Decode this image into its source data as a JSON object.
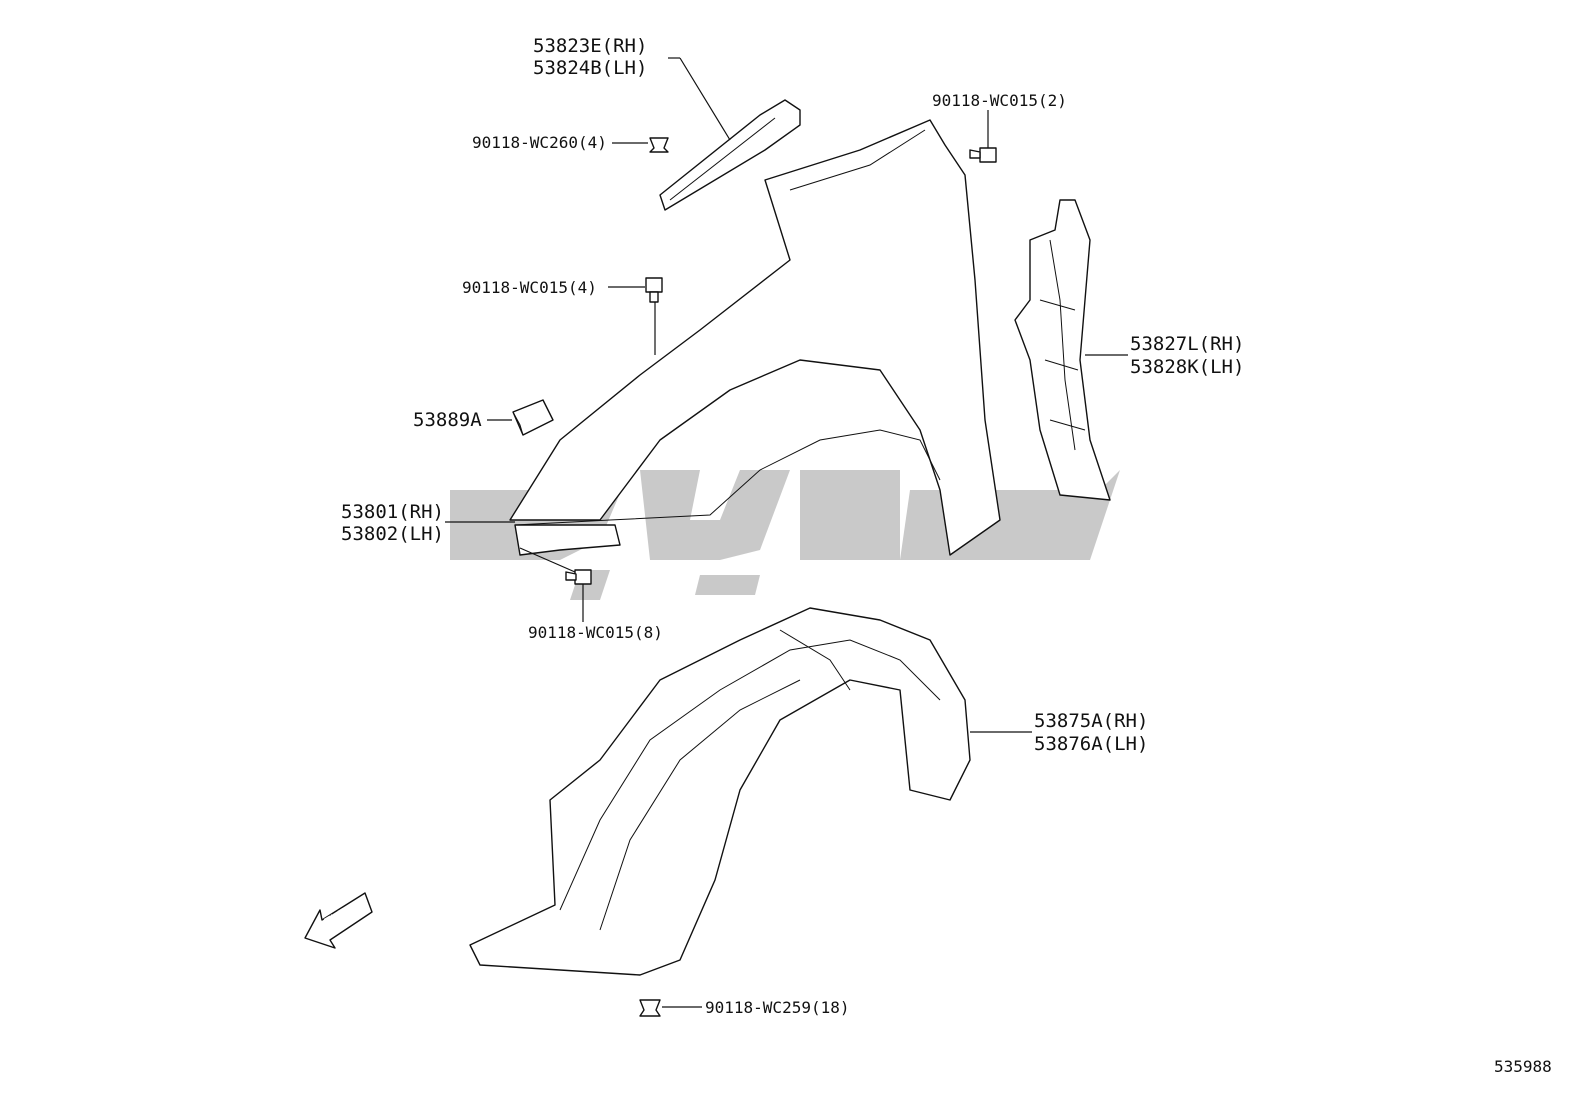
{
  "parts": {
    "fender_liner_trim": {
      "line1": "53823E(RH)",
      "line2": "53824B(LH)"
    },
    "clip_wc260": "90118-WC260(4)",
    "bolt_top_right": "90118-WC015(2)",
    "bolt_upper": "90118-WC015(4)",
    "pad": "53889A",
    "fender": {
      "line1": "53801(RH)",
      "line2": "53802(LH)"
    },
    "bolt_front": "90118-WC015(8)",
    "seal_rear": {
      "line1": "53827L(RH)",
      "line2": "53828K(LH)"
    },
    "liner": {
      "line1": "53875A(RH)",
      "line2": "53876A(LH)"
    },
    "clip_wc259": "90118-WC259(18)"
  },
  "fwd_arrow": "FWD",
  "watermark": "جوپتن",
  "figure_id": "535988"
}
